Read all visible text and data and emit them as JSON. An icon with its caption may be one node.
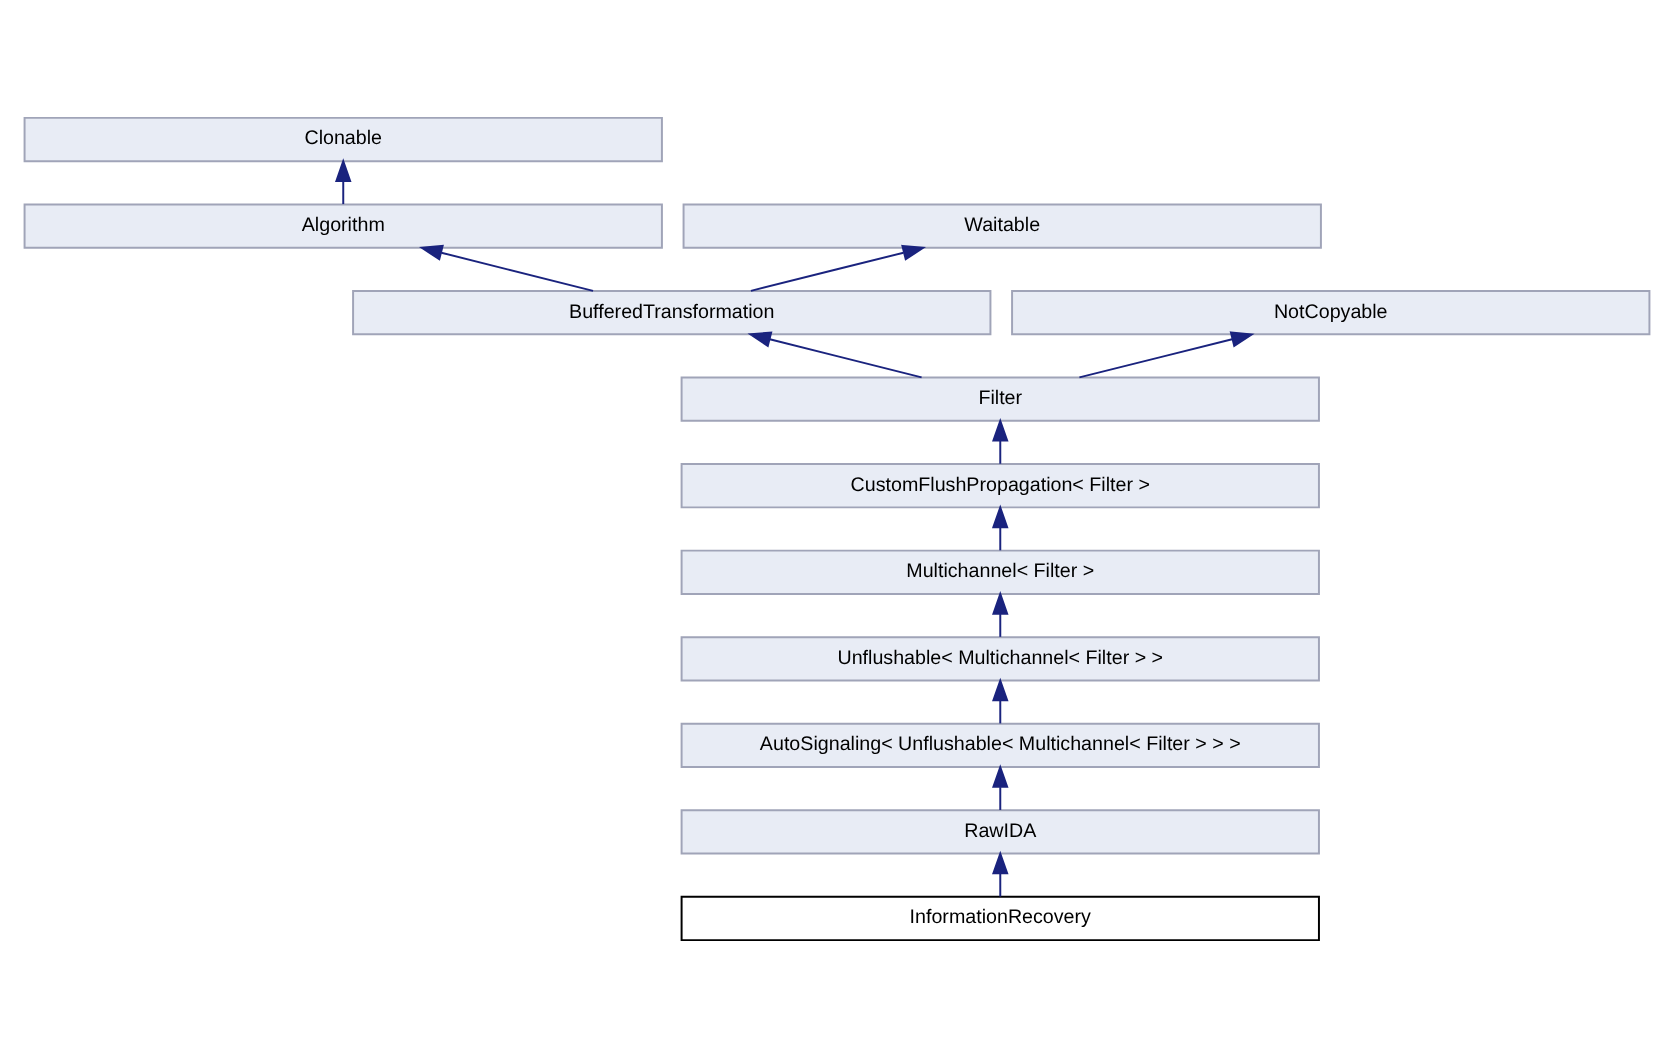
{
  "diagram": {
    "nodes": [
      {
        "text": [
          "Clonable"
        ]
      },
      {
        "text": [
          "Algorithm"
        ]
      },
      {
        "text": [
          "Waitable"
        ]
      },
      {
        "text": [
          "BufferedTransformation"
        ]
      },
      {
        "text": [
          "NotCopyable"
        ]
      },
      {
        "text": [
          "Filter"
        ]
      },
      {
        "text": [
          "CustomFlushPropagation< Filter >"
        ]
      },
      {
        "text": [
          "Multichannel< Filter >"
        ]
      },
      {
        "text": [
          "Unflushable< Multichannel< Filter > >"
        ]
      },
      {
        "text": [
          "AutoSignaling< Unflushable< Multichannel< Filter > > >"
        ]
      },
      {
        "text": [
          "RawIDA"
        ]
      },
      {
        "text": [
          "InformationRecovery"
        ]
      }
    ],
    "edges": [
      {
        "from": 1,
        "to": 0,
        "arrow": "to"
      },
      {
        "from": 3,
        "to": 1,
        "arrow": "to"
      },
      {
        "from": 3,
        "to": 2,
        "arrow": "to"
      },
      {
        "from": 5,
        "to": 3,
        "arrow": "to"
      },
      {
        "from": 5,
        "to": 4,
        "arrow": "to"
      },
      {
        "from": 6,
        "to": 5,
        "arrow": "to"
      },
      {
        "from": 7,
        "to": 6,
        "arrow": "to"
      },
      {
        "from": 8,
        "to": 7,
        "arrow": "to"
      },
      {
        "from": 9,
        "to": 8,
        "arrow": "to"
      },
      {
        "from": 10,
        "to": 9,
        "arrow": "to"
      },
      {
        "from": 11,
        "to": 10,
        "arrow": "to"
      }
    ]
  }
}
